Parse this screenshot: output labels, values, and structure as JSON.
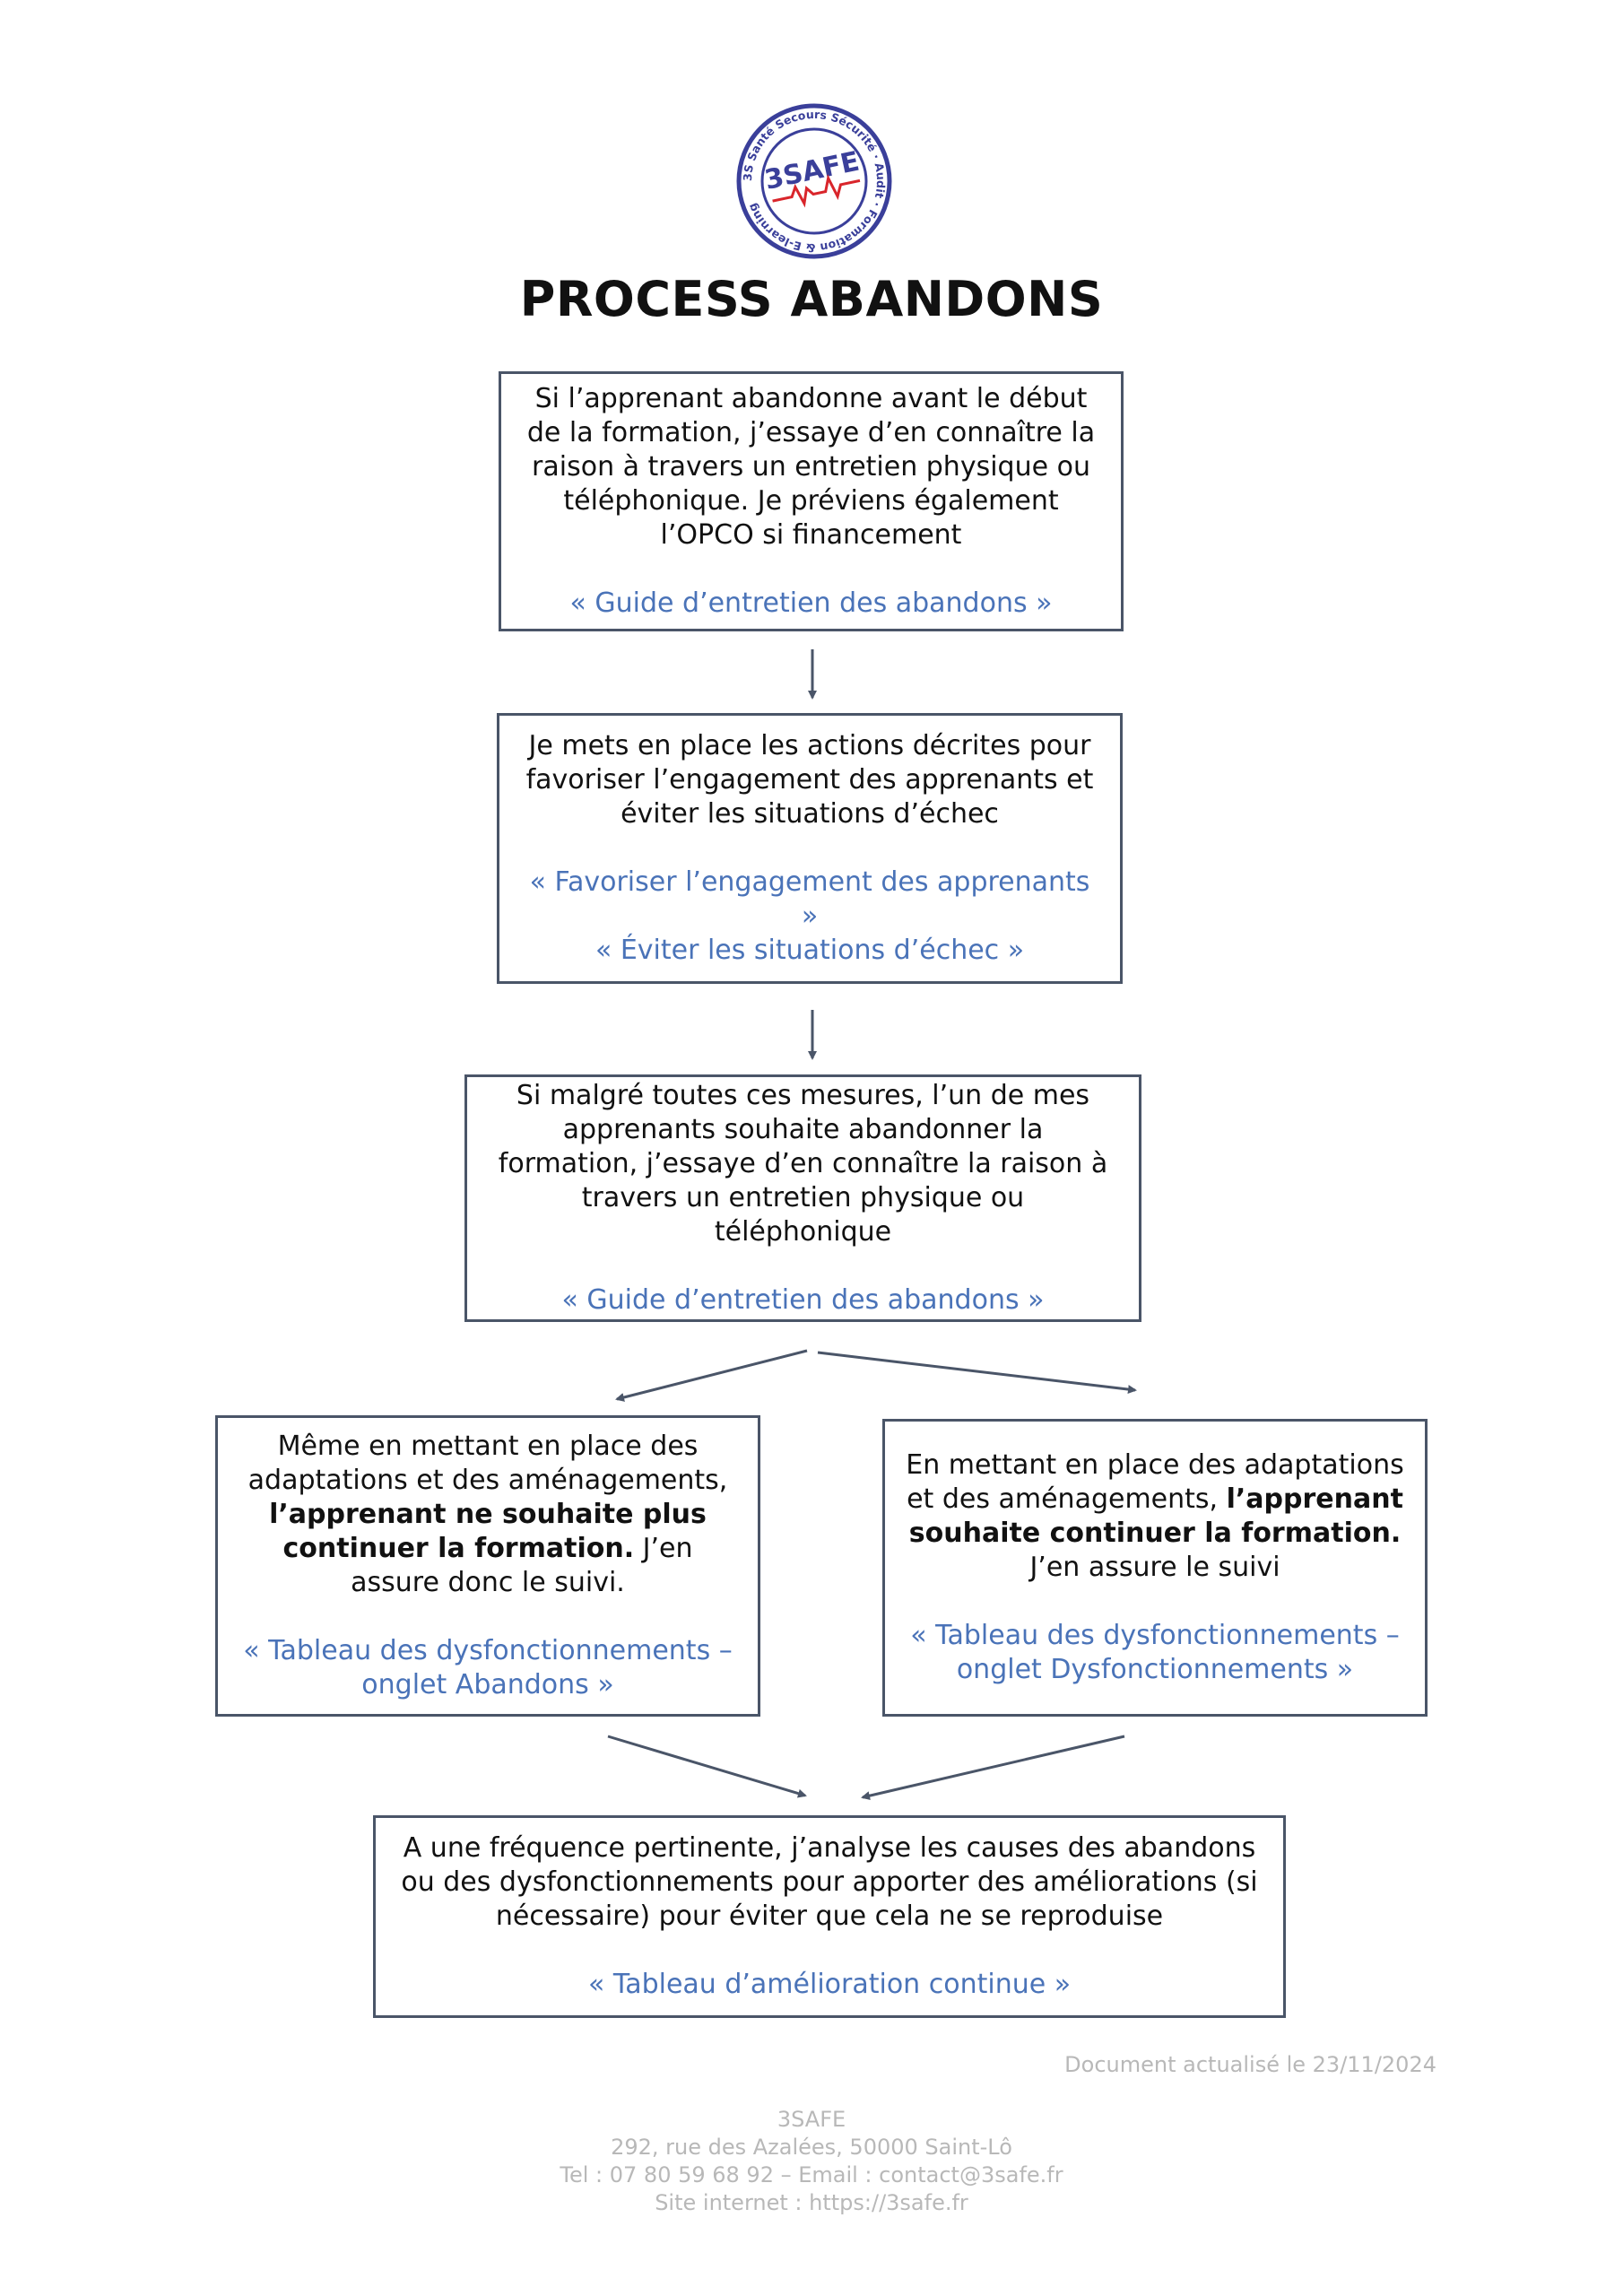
{
  "logo": {
    "name": "3SAFE",
    "ring_text": "3S Santé Secours Sécurité · Audit · Formation & E-learning"
  },
  "title": "PROCESS ABANDONS",
  "steps": [
    {
      "text": "Si l’apprenant abandonne avant le début de la formation, j’essaye d’en connaître la raison à travers un entretien physique ou téléphonique. Je préviens également l’OPCO si financement",
      "link": "« Guide d’entretien des abandons »"
    },
    {
      "text": "Je mets en place les actions décrites pour favoriser l’engagement des apprenants et éviter les situations d’échec",
      "link1": "« Favoriser l’engagement des apprenants »",
      "link2": "« Éviter les situations d’échec »"
    },
    {
      "text": "Si malgré toutes ces mesures, l’un de mes apprenants souhaite abandonner la formation, j’essaye d’en connaître la raison à travers un entretien physique ou téléphonique",
      "link": "« Guide d’entretien des abandons »"
    }
  ],
  "left_branch": {
    "text_a": "Même en mettant en place des adaptations et des aménagements, ",
    "bold": "l’apprenant ne souhaite plus continuer la formation.",
    "text_b": " J’en assure donc le suivi.",
    "link": "« Tableau des dysfonctionnements – onglet Abandons »"
  },
  "right_branch": {
    "text_a": "En mettant en place des adaptations et des aménagements, ",
    "bold": "l’apprenant souhaite continuer la formation.",
    "text_b": " J’en assure le suivi",
    "link": "« Tableau des dysfonctionnements – onglet Dysfonctionnements »"
  },
  "final_step": {
    "text": "A une fréquence pertinente, j’analyse les causes des abandons ou des dysfonctionnements pour apporter des améliorations (si nécessaire) pour éviter que cela ne se reproduise",
    "link": "« Tableau d’amélioration continue »"
  },
  "doc_date": "Document actualisé le 23/11/2024",
  "footer": {
    "company": "3SAFE",
    "address": "292, rue des Azalées, 50000 Saint-Lô",
    "contact": "Tel : 07 80 59 68 92 – Email : contact@3safe.fr",
    "website": "Site internet :  https://3safe.fr"
  },
  "colors": {
    "border": "#4a5568",
    "link": "#4a73b8",
    "footer": "#b8b8b8",
    "logo_red": "#d9252b",
    "logo_blue": "#3a3f9a"
  }
}
